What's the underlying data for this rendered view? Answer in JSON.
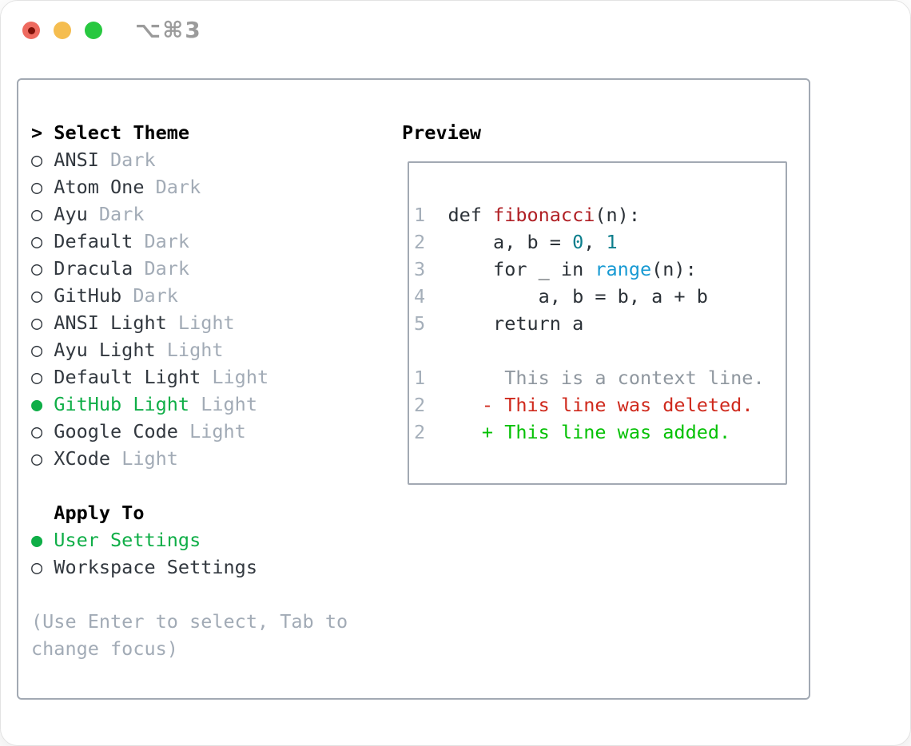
{
  "window": {
    "title": "⌥⌘3",
    "traffic_lights": [
      "close-button",
      "minimize-button",
      "zoom-button"
    ]
  },
  "theme_list": {
    "header_marker": ">",
    "header": "Select Theme",
    "items": [
      {
        "marker": "○",
        "name": "ANSI",
        "variant": "Dark",
        "selected": false
      },
      {
        "marker": "○",
        "name": "Atom One",
        "variant": "Dark",
        "selected": false
      },
      {
        "marker": "○",
        "name": "Ayu",
        "variant": "Dark",
        "selected": false
      },
      {
        "marker": "○",
        "name": "Default",
        "variant": "Dark",
        "selected": false
      },
      {
        "marker": "○",
        "name": "Dracula",
        "variant": "Dark",
        "selected": false
      },
      {
        "marker": "○",
        "name": "GitHub",
        "variant": "Dark",
        "selected": false
      },
      {
        "marker": "○",
        "name": "ANSI Light",
        "variant": "Light",
        "selected": false
      },
      {
        "marker": "○",
        "name": "Ayu Light",
        "variant": "Light",
        "selected": false
      },
      {
        "marker": "○",
        "name": "Default Light",
        "variant": "Light",
        "selected": false
      },
      {
        "marker": "●",
        "name": "GitHub Light",
        "variant": "Light",
        "selected": true
      },
      {
        "marker": "○",
        "name": "Google Code",
        "variant": "Light",
        "selected": false
      },
      {
        "marker": "○",
        "name": "XCode",
        "variant": "Light",
        "selected": false
      }
    ]
  },
  "apply_to": {
    "header": "Apply To",
    "items": [
      {
        "marker": "●",
        "label": "User Settings",
        "selected": true
      },
      {
        "marker": "○",
        "label": "Workspace Settings",
        "selected": false
      }
    ]
  },
  "hint_lines": [
    "(Use Enter to select, Tab to",
    "change focus)"
  ],
  "preview": {
    "header": "Preview",
    "code_lines": [
      {
        "num": "1",
        "tokens": [
          {
            "t": "  def ",
            "c": "code"
          },
          {
            "t": "fibonacci",
            "c": "func"
          },
          {
            "t": "(n):",
            "c": "code"
          }
        ]
      },
      {
        "num": "2",
        "tokens": [
          {
            "t": "      a, b = ",
            "c": "code"
          },
          {
            "t": "0",
            "c": "number"
          },
          {
            "t": ", ",
            "c": "code"
          },
          {
            "t": "1",
            "c": "number"
          }
        ]
      },
      {
        "num": "3",
        "tokens": [
          {
            "t": "      for _ in ",
            "c": "code"
          },
          {
            "t": "range",
            "c": "builtin"
          },
          {
            "t": "(n):",
            "c": "code"
          }
        ]
      },
      {
        "num": "4",
        "tokens": [
          {
            "t": "          a, b = b, a + b",
            "c": "code"
          }
        ]
      },
      {
        "num": "5",
        "tokens": [
          {
            "t": "      return a",
            "c": "code"
          }
        ]
      },
      {
        "num": "",
        "tokens": []
      },
      {
        "num": "1",
        "tokens": [
          {
            "t": "       This is a context line.",
            "c": "context"
          }
        ]
      },
      {
        "num": "2",
        "tokens": [
          {
            "t": "     ",
            "c": "code"
          },
          {
            "t": "- This line was deleted.",
            "c": "deleted"
          }
        ]
      },
      {
        "num": "2",
        "tokens": [
          {
            "t": "     ",
            "c": "code"
          },
          {
            "t": "+ This line was added.",
            "c": "added"
          }
        ]
      }
    ]
  },
  "colors": {
    "window-bg": "#ffffff",
    "window-border": "#e3e3e3",
    "panel-border": "#a2a9b3",
    "title": "#9b9b9b",
    "traffic-red": "#ee6a5f",
    "traffic-red-dot": "#7e1007",
    "traffic-yellow": "#f5bd4f",
    "traffic-green": "#28c840",
    "header": "#000000",
    "text": "#32383f",
    "muted": "#a2abb6",
    "selected": "#0fae47",
    "code": "#2b3137",
    "func": "#b01f24",
    "number": "#0c7e8c",
    "builtin": "#189ad3",
    "context": "#8f979f",
    "deleted": "#cf291c",
    "added": "#04c104",
    "line-num": "#a5afba"
  }
}
